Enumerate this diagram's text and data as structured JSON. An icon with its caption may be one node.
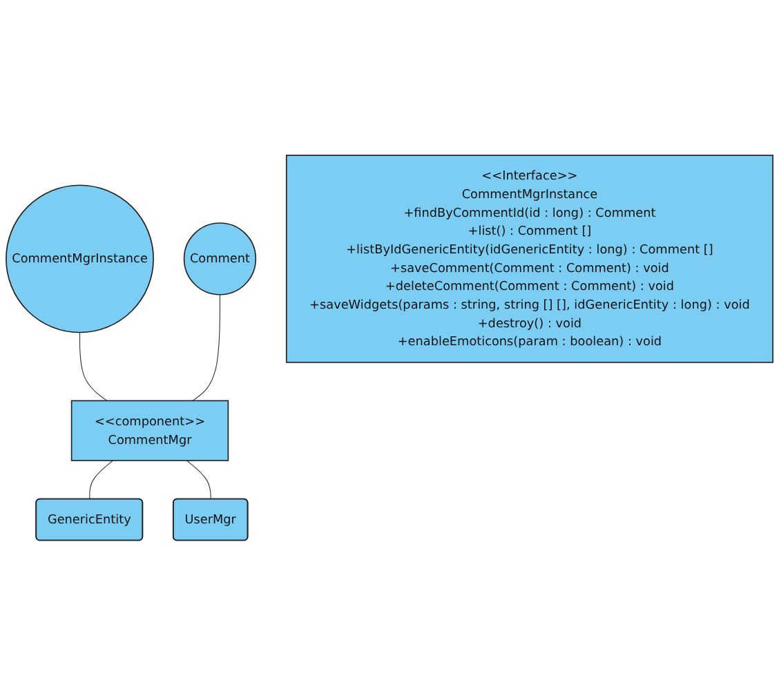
{
  "diagram": {
    "nodes": [
      {
        "text": [
          "CommentMgrInstance"
        ]
      },
      {
        "text": [
          "Comment"
        ]
      },
      {
        "text": [
          "<<component>>",
          "CommentMgr"
        ]
      },
      {
        "text": [
          "GenericEntity"
        ]
      },
      {
        "text": [
          "UserMgr"
        ]
      },
      {
        "text": [
          "<<Interface>>",
          "CommentMgrInstance",
          "+findByCommentId(id : long) : Comment",
          "+list() : Comment []",
          "+listByIdGenericEntity(idGenericEntity : long) : Comment []",
          "+saveComment(Comment : Comment) : void",
          "+deleteComment(Comment : Comment) : void",
          "+saveWidgets(params : string, string [] [], idGenericEntity : long) : void",
          "+destroy() : void",
          "+enableEmoticons(param : boolean) : void"
        ]
      }
    ],
    "edges": [
      {
        "from": 0,
        "to": 2,
        "arrow": "none"
      },
      {
        "from": 1,
        "to": 2,
        "arrow": "none"
      },
      {
        "from": 2,
        "to": 3,
        "arrow": "none"
      },
      {
        "from": 2,
        "to": 4,
        "arrow": "none"
      }
    ]
  }
}
